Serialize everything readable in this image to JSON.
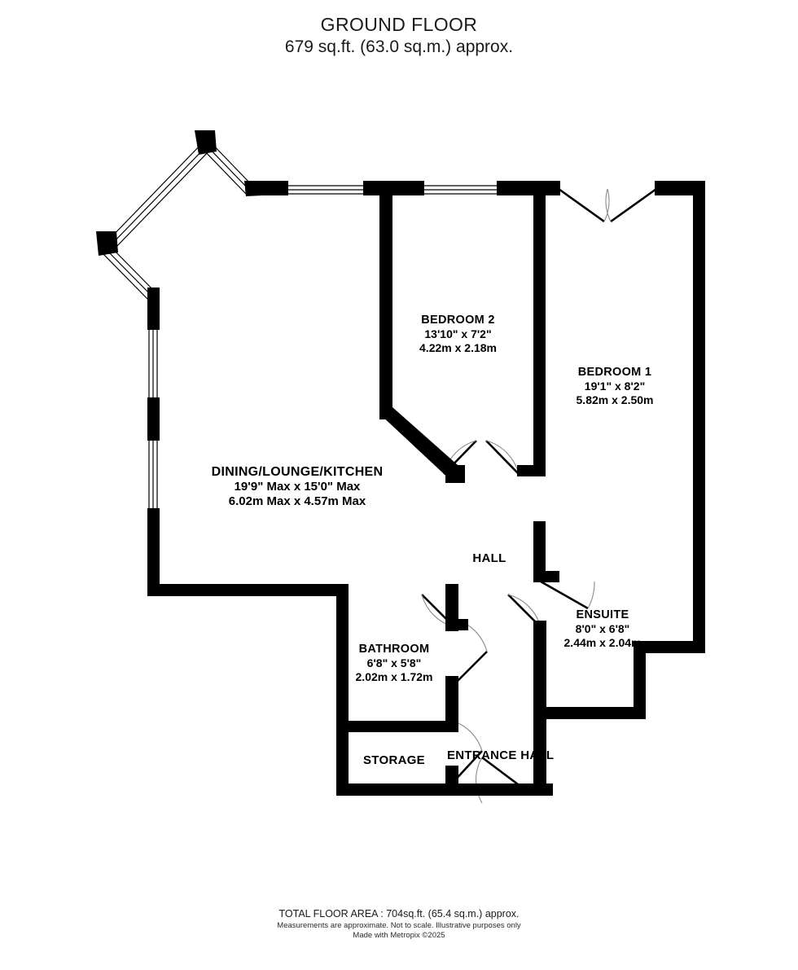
{
  "header": {
    "title": "GROUND FLOOR",
    "subtitle": "679 sq.ft. (63.0 sq.m.) approx."
  },
  "footer": {
    "total_area": "TOTAL FLOOR AREA : 704sq.ft. (65.4 sq.m.) approx.",
    "disclaimer": "Measurements are approximate.  Not to scale.  Illustrative purposes only",
    "credit": "Made with Metropix ©2025"
  },
  "rooms": {
    "dining": {
      "name": "DINING/LOUNGE/KITCHEN",
      "imperial": "19'9\" Max x 15'0\" Max",
      "metric": "6.02m Max x 4.57m Max"
    },
    "bedroom2": {
      "name": "BEDROOM 2",
      "imperial": "13'10\"  x 7'2\"",
      "metric": "4.22m  x 2.18m"
    },
    "bedroom1": {
      "name": "BEDROOM 1",
      "imperial": "19'1\"  x 8'2\"",
      "metric": "5.82m  x 2.50m"
    },
    "bathroom": {
      "name": "BATHROOM",
      "imperial": "6'8\"  x 5'8\"",
      "metric": "2.02m  x 1.72m"
    },
    "ensuite": {
      "name": "ENSUITE",
      "imperial": "8'0\"  x 6'8\"",
      "metric": "2.44m  x 2.04m"
    },
    "hall": {
      "name": "HALL"
    },
    "storage": {
      "name": "STORAGE"
    },
    "entrance_hall": {
      "name": "ENTRANCE HALL"
    }
  },
  "colors": {
    "wall": "#000000",
    "background": "#ffffff",
    "window_frame": "#000000",
    "door_arc": "#888888",
    "text": "#000000"
  },
  "features": {
    "bay_window": "angled-bay-window-3-panel",
    "front_windows": 2,
    "side_windows": 2,
    "french_doors": 1,
    "internal_doors": 7
  }
}
